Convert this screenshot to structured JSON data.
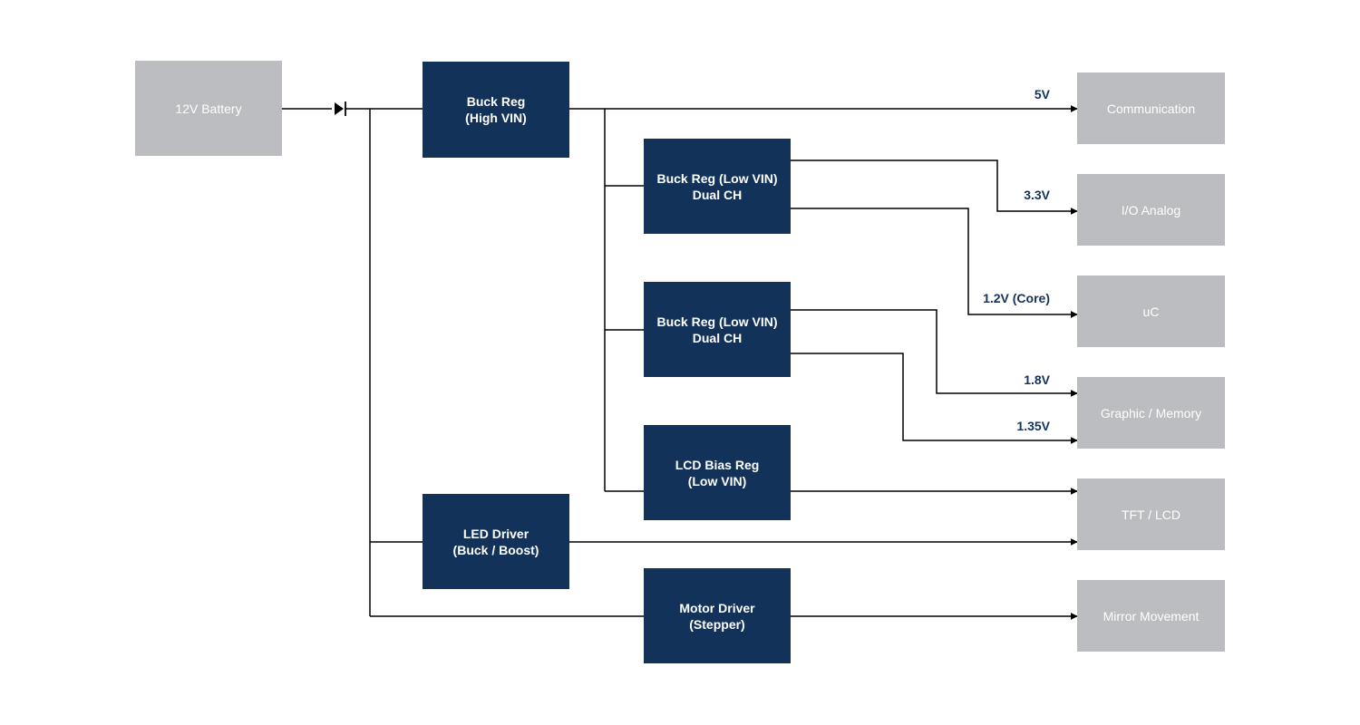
{
  "colors": {
    "block_fill": "#13325a",
    "load_fill": "#bcbdc0",
    "wire": "#000000",
    "voltage_label": "#13325a"
  },
  "source": {
    "label": "12V Battery"
  },
  "blocks": {
    "buck_high": {
      "line1": "Buck Reg",
      "line2": "(High VIN)"
    },
    "buck_low_1": {
      "line1": "Buck Reg (Low VIN)",
      "line2": "Dual CH"
    },
    "buck_low_2": {
      "line1": "Buck Reg (Low VIN)",
      "line2": "Dual CH"
    },
    "lcd_bias": {
      "line1": "LCD Bias Reg",
      "line2": "(Low VIN)"
    },
    "led_driver": {
      "line1": "LED Driver",
      "line2": "(Buck / Boost)"
    },
    "motor_driver": {
      "line1": "Motor Driver",
      "line2": "(Stepper)"
    }
  },
  "loads": {
    "communication": "Communication",
    "io_analog": "I/O Analog",
    "uc": "uC",
    "graphic_memory": "Graphic / Memory",
    "tft_lcd": "TFT / LCD",
    "mirror_movement": "Mirror Movement"
  },
  "rails": {
    "v5": "5V",
    "v3_3": "3.3V",
    "v1_2": "1.2V (Core)",
    "v1_8": "1.8V",
    "v1_35": "1.35V"
  }
}
